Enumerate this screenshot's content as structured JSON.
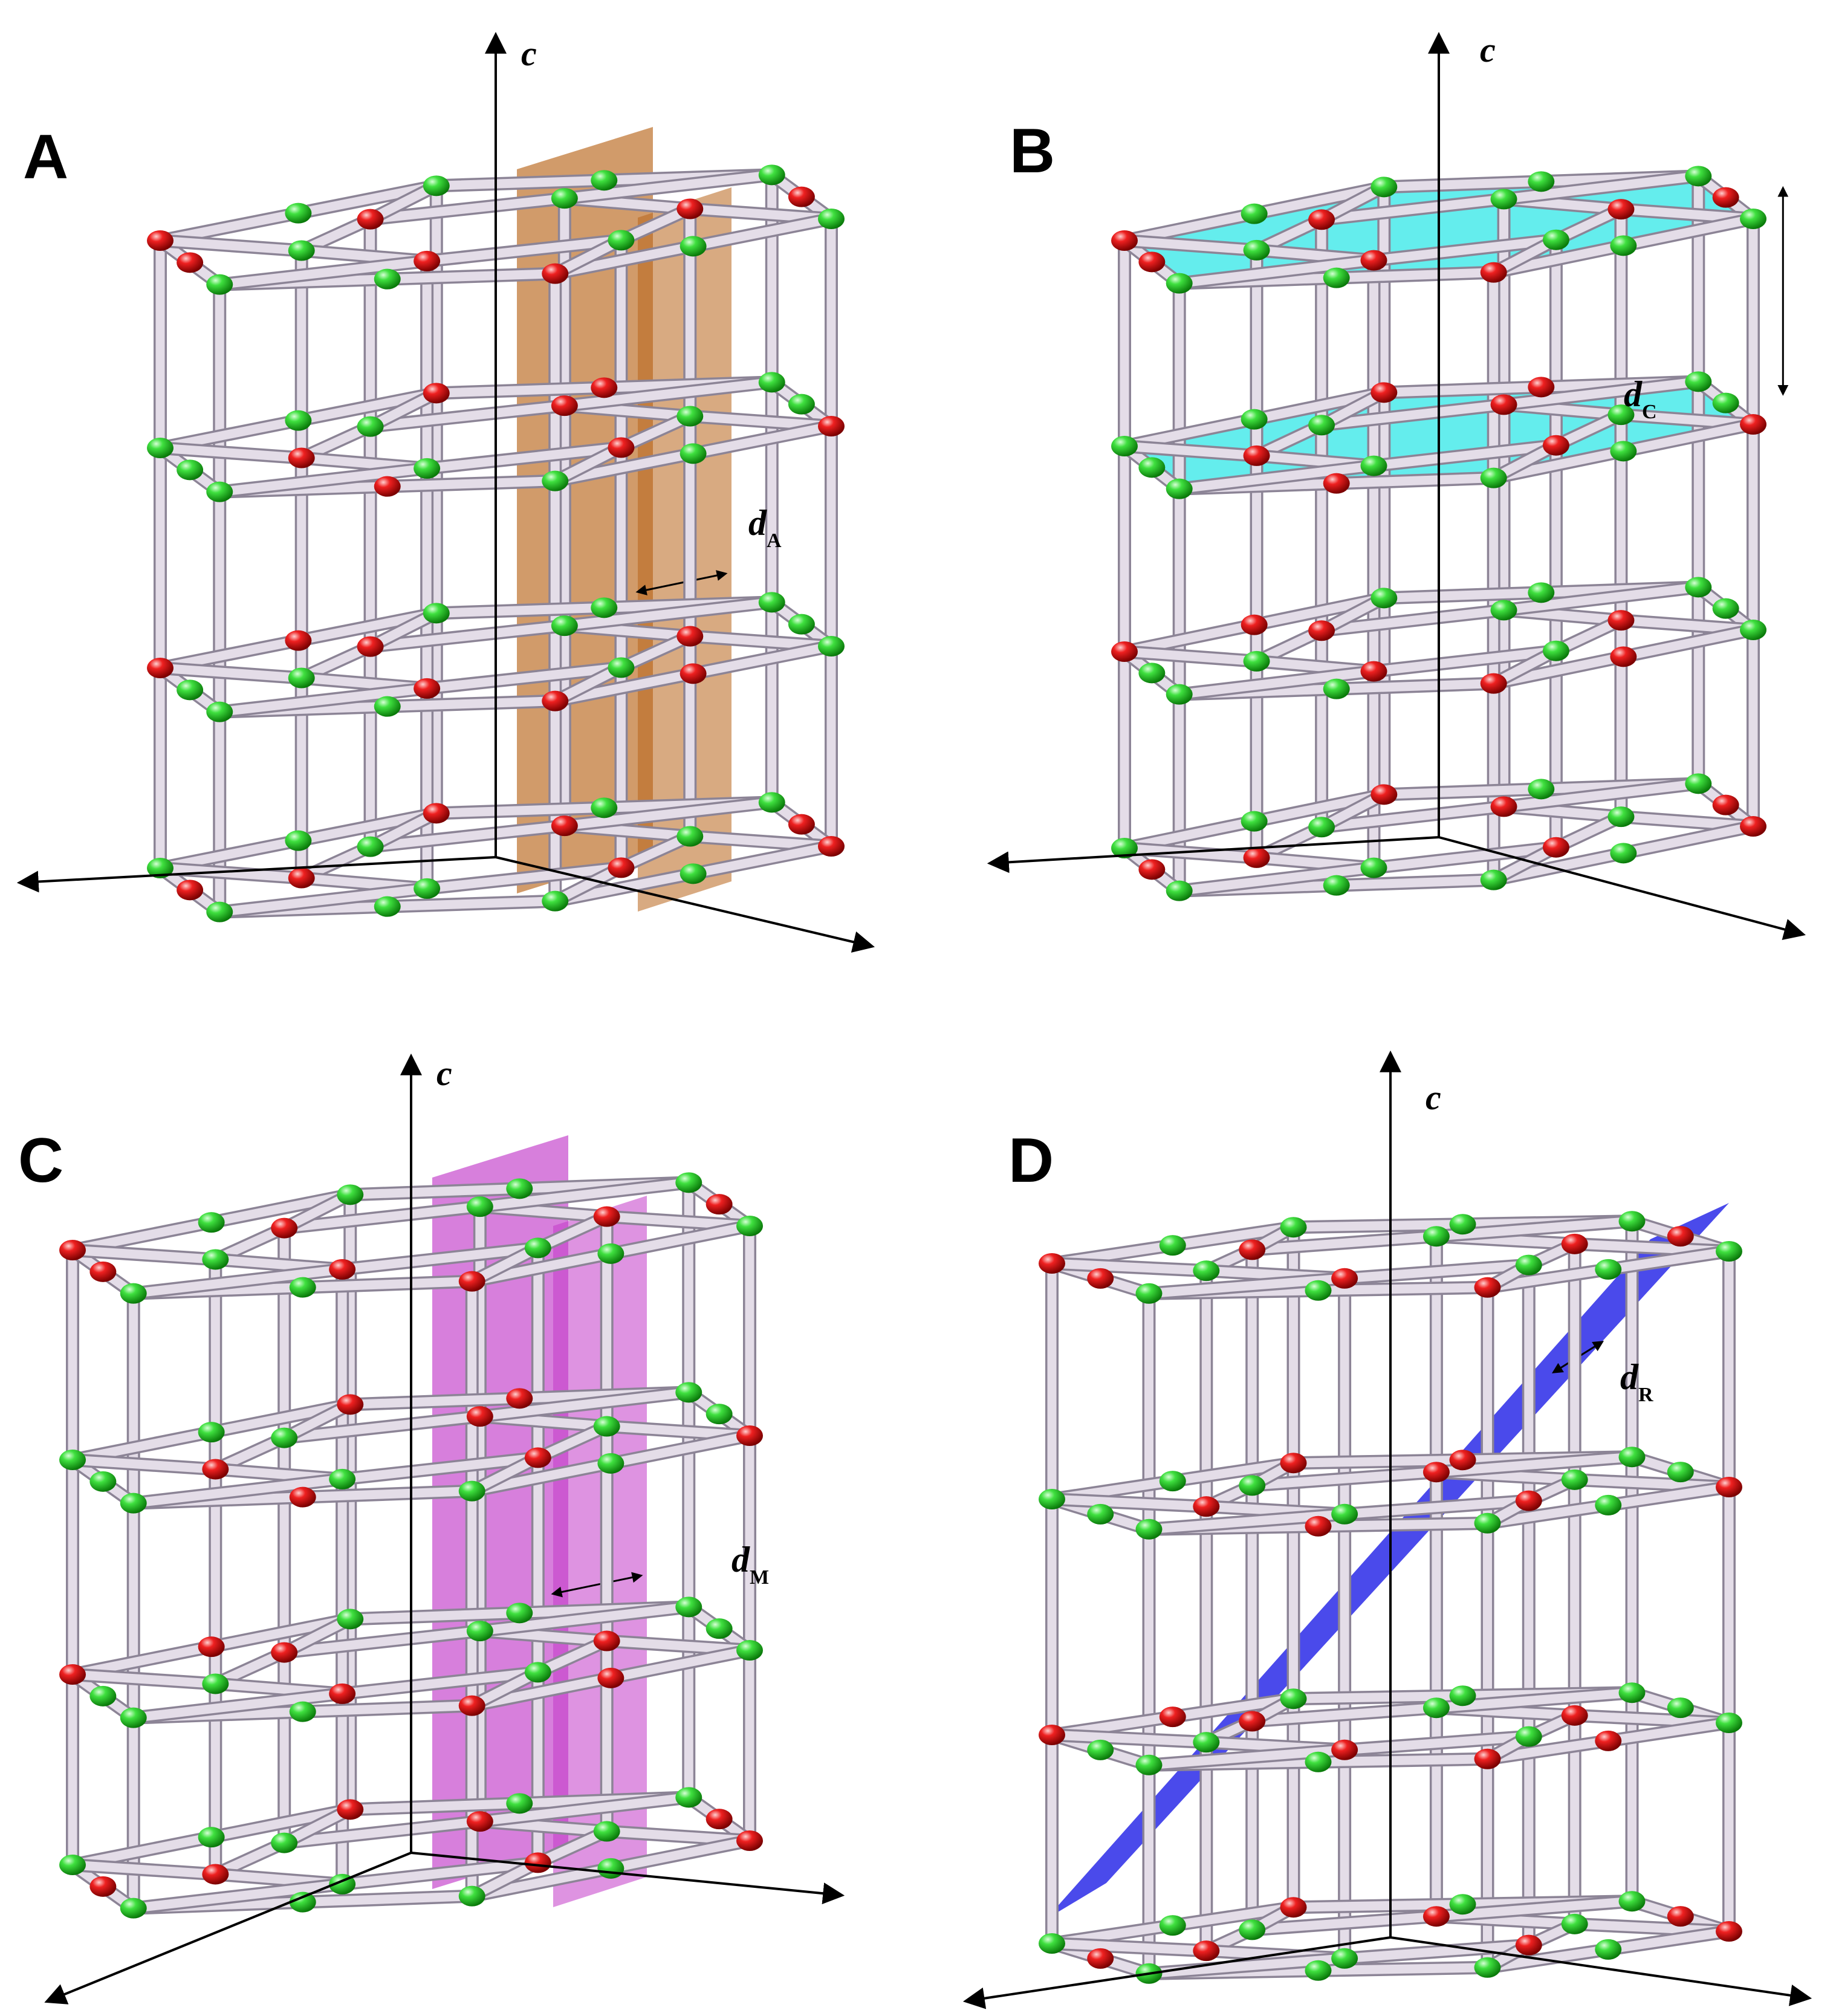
{
  "panels": [
    {
      "letter": "A",
      "axis_label": "c",
      "spacing_label": "d",
      "spacing_sub": "A",
      "plane": "prismatic",
      "plane_color": "#b8651a"
    },
    {
      "letter": "B",
      "axis_label": "c",
      "spacing_label": "d",
      "spacing_sub": "C",
      "plane": "basal",
      "plane_color": "#22e6e6"
    },
    {
      "letter": "C",
      "axis_label": "c",
      "spacing_label": "d",
      "spacing_sub": "M",
      "plane": "prismatic",
      "plane_color": "#c23ac9"
    },
    {
      "letter": "D",
      "axis_label": "c",
      "spacing_label": "d",
      "spacing_sub": "R",
      "plane": "rhombohedral",
      "plane_color": "#2a2ae8"
    }
  ],
  "colors": {
    "bond": "#e4dde8",
    "bond_edge": "#8c8496",
    "atom_green": "#1ec21e",
    "atom_red": "#e01414",
    "axis": "#000000"
  }
}
